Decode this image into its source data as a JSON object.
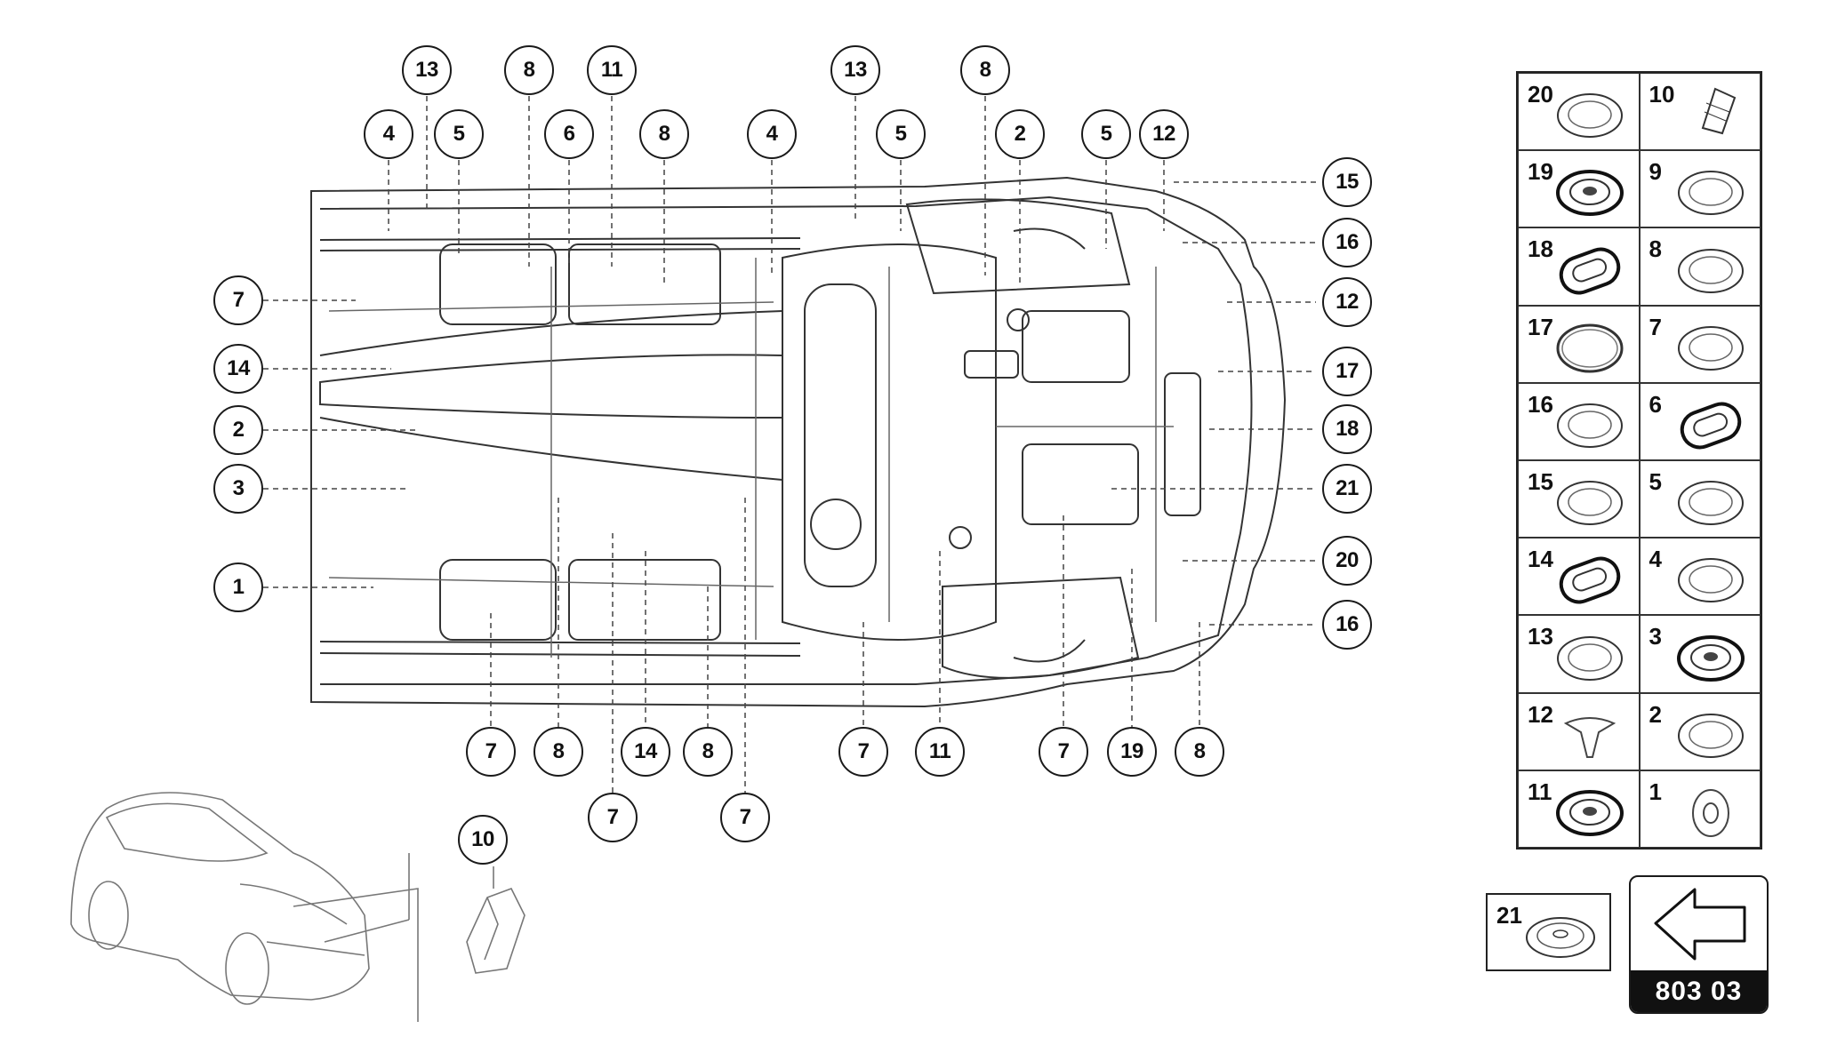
{
  "callouts": {
    "top": [
      "13",
      "8",
      "11",
      "13",
      "8",
      "4",
      "5",
      "6",
      "8",
      "4",
      "5",
      "2",
      "5",
      "12"
    ],
    "left": [
      "7",
      "14",
      "2",
      "3",
      "1"
    ],
    "right": [
      "15",
      "16",
      "12",
      "17",
      "18",
      "21",
      "20",
      "16"
    ],
    "bottom": [
      "7",
      "8",
      "14",
      "8",
      "7",
      "11",
      "7",
      "19",
      "8",
      "7",
      "7"
    ],
    "detail": "10"
  },
  "legend": [
    {
      "left": {
        "num": "20",
        "icon": "grommet-flat-ring-icon"
      },
      "right": {
        "num": "10",
        "icon": "push-clip-icon"
      }
    },
    {
      "left": {
        "num": "19",
        "icon": "grommet-slotted-icon"
      },
      "right": {
        "num": "9",
        "icon": "grommet-domed-icon"
      }
    },
    {
      "left": {
        "num": "18",
        "icon": "oval-plug-icon"
      },
      "right": {
        "num": "8",
        "icon": "grommet-oval-dome-icon"
      }
    },
    {
      "left": {
        "num": "17",
        "icon": "o-ring-icon"
      },
      "right": {
        "num": "7",
        "icon": "grommet-cap-icon"
      }
    },
    {
      "left": {
        "num": "16",
        "icon": "grommet-double-ring-icon"
      },
      "right": {
        "num": "6",
        "icon": "oblong-plug-dark-icon"
      }
    },
    {
      "left": {
        "num": "15",
        "icon": "grommet-thin-icon"
      },
      "right": {
        "num": "5",
        "icon": "grommet-oval-icon"
      }
    },
    {
      "left": {
        "num": "14",
        "icon": "oblong-plug-icon"
      },
      "right": {
        "num": "4",
        "icon": "grommet-stepped-icon"
      }
    },
    {
      "left": {
        "num": "13",
        "icon": "grommet-vented-icon"
      },
      "right": {
        "num": "3",
        "icon": "grommet-dark-icon"
      }
    },
    {
      "left": {
        "num": "12",
        "icon": "tree-clip-icon"
      },
      "right": {
        "num": "2",
        "icon": "grommet-center-hole-icon"
      }
    },
    {
      "left": {
        "num": "11",
        "icon": "grommet-solid-icon"
      },
      "right": {
        "num": "1",
        "icon": "washer-icon"
      }
    }
  ],
  "reference": {
    "num": "21",
    "icon": "grommet-flat-icon"
  },
  "nav": {
    "code": "803 03",
    "icon": "arrow-left-icon"
  }
}
